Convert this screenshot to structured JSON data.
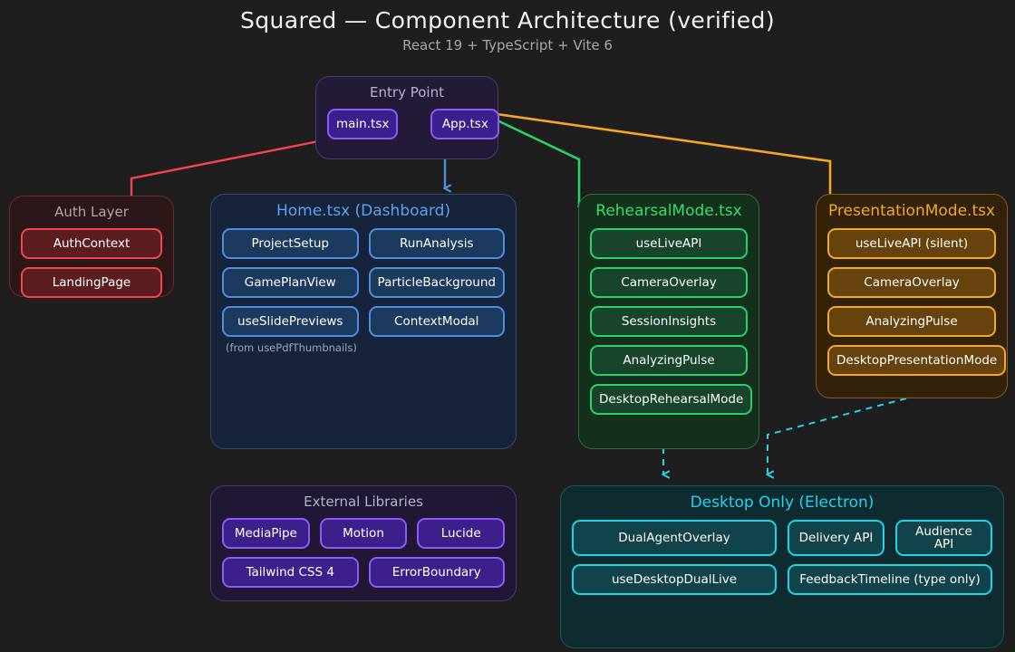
{
  "header": {
    "title": "Squared — Component Architecture (verified)",
    "subtitle": "React 19 + TypeScript + Vite 6"
  },
  "colors": {
    "background": "#1e1e1e",
    "purple": "#8b5cf6",
    "red": "#f4444c",
    "blue": "#4a90e2",
    "green": "#25d366",
    "orange": "#f5a623",
    "cyan": "#22d3ee"
  },
  "groups": {
    "entry": {
      "title": "Entry Point",
      "nodes": [
        {
          "label": "main.tsx"
        },
        {
          "label": "App.tsx"
        }
      ]
    },
    "auth": {
      "title": "Auth Layer",
      "nodes": [
        {
          "label": "AuthContext"
        },
        {
          "label": "LandingPage"
        }
      ]
    },
    "home": {
      "title": "Home.tsx (Dashboard)",
      "nodes": [
        {
          "label": "ProjectSetup"
        },
        {
          "label": "RunAnalysis"
        },
        {
          "label": "GamePlanView"
        },
        {
          "label": "ParticleBackground"
        },
        {
          "label": "useSlidePreviews"
        },
        {
          "label": "ContextModal"
        }
      ],
      "note": "(from usePdfThumbnails)"
    },
    "rehearsal": {
      "title": "RehearsalMode.tsx",
      "nodes": [
        {
          "label": "useLiveAPI"
        },
        {
          "label": "CameraOverlay"
        },
        {
          "label": "SessionInsights"
        },
        {
          "label": "AnalyzingPulse"
        },
        {
          "label": "DesktopRehearsalMode"
        }
      ]
    },
    "presentation": {
      "title": "PresentationMode.tsx",
      "nodes": [
        {
          "label": "useLiveAPI (silent)"
        },
        {
          "label": "CameraOverlay"
        },
        {
          "label": "AnalyzingPulse"
        },
        {
          "label": "DesktopPresentationMode"
        }
      ]
    },
    "libraries": {
      "title": "External Libraries",
      "nodes": [
        {
          "label": "MediaPipe"
        },
        {
          "label": "Motion"
        },
        {
          "label": "Lucide"
        },
        {
          "label": "Tailwind CSS 4"
        },
        {
          "label": "ErrorBoundary"
        }
      ]
    },
    "desktop": {
      "title": "Desktop Only (Electron)",
      "nodes": [
        {
          "label": "DualAgentOverlay"
        },
        {
          "label": "Delivery API"
        },
        {
          "label": "Audience API"
        },
        {
          "label": "useDesktopDualLive"
        },
        {
          "label": "FeedbackTimeline (type only)"
        }
      ]
    }
  },
  "connectors": [
    {
      "name": "main-to-auth",
      "color": "#f4444c",
      "style": "solid"
    },
    {
      "name": "app-to-home",
      "color": "#4a90e2",
      "style": "solid"
    },
    {
      "name": "app-to-rehearsal",
      "color": "#25d366",
      "style": "solid"
    },
    {
      "name": "app-to-presentation",
      "color": "#f5a623",
      "style": "solid"
    },
    {
      "name": "main-to-app",
      "color": "#8b5cf6",
      "style": "solid"
    },
    {
      "name": "rehearsal-to-desktop",
      "color": "#22d3ee",
      "style": "dashed"
    },
    {
      "name": "presentation-to-desktop",
      "color": "#22d3ee",
      "style": "dashed"
    }
  ]
}
